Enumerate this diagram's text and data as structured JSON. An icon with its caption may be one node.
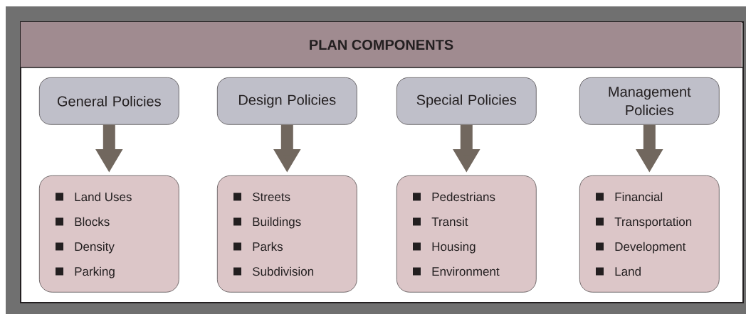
{
  "diagram": {
    "nodes": [
      {
        "text": [
          "PLAN COMPONENTS"
        ]
      },
      {
        "text": [
          "General Policies"
        ],
        "in": 0
      },
      {
        "text": [
          "Design Policies"
        ],
        "in": 0
      },
      {
        "text": [
          "Special Policies"
        ],
        "in": 0
      },
      {
        "text": [
          "Management Policies"
        ],
        "in": 0
      },
      {
        "text": [
          "Land Uses",
          "Blocks",
          "Density",
          "Parking"
        ],
        "in": 0
      },
      {
        "text": [
          "Streets",
          "Buildings",
          "Parks",
          "Subdivision"
        ],
        "in": 0
      },
      {
        "text": [
          "Pedestrians",
          "Transit",
          "Housing",
          "Environment"
        ],
        "in": 0
      },
      {
        "text": [
          "Financial",
          "Transportation",
          "Development",
          "Land"
        ],
        "in": 0
      }
    ],
    "edges": [
      {
        "from": 1,
        "to": 5,
        "arrow": "to"
      },
      {
        "from": 2,
        "to": 6,
        "arrow": "to"
      },
      {
        "from": 3,
        "to": 7,
        "arrow": "to"
      },
      {
        "from": 4,
        "to": 8,
        "arrow": "to"
      }
    ]
  }
}
